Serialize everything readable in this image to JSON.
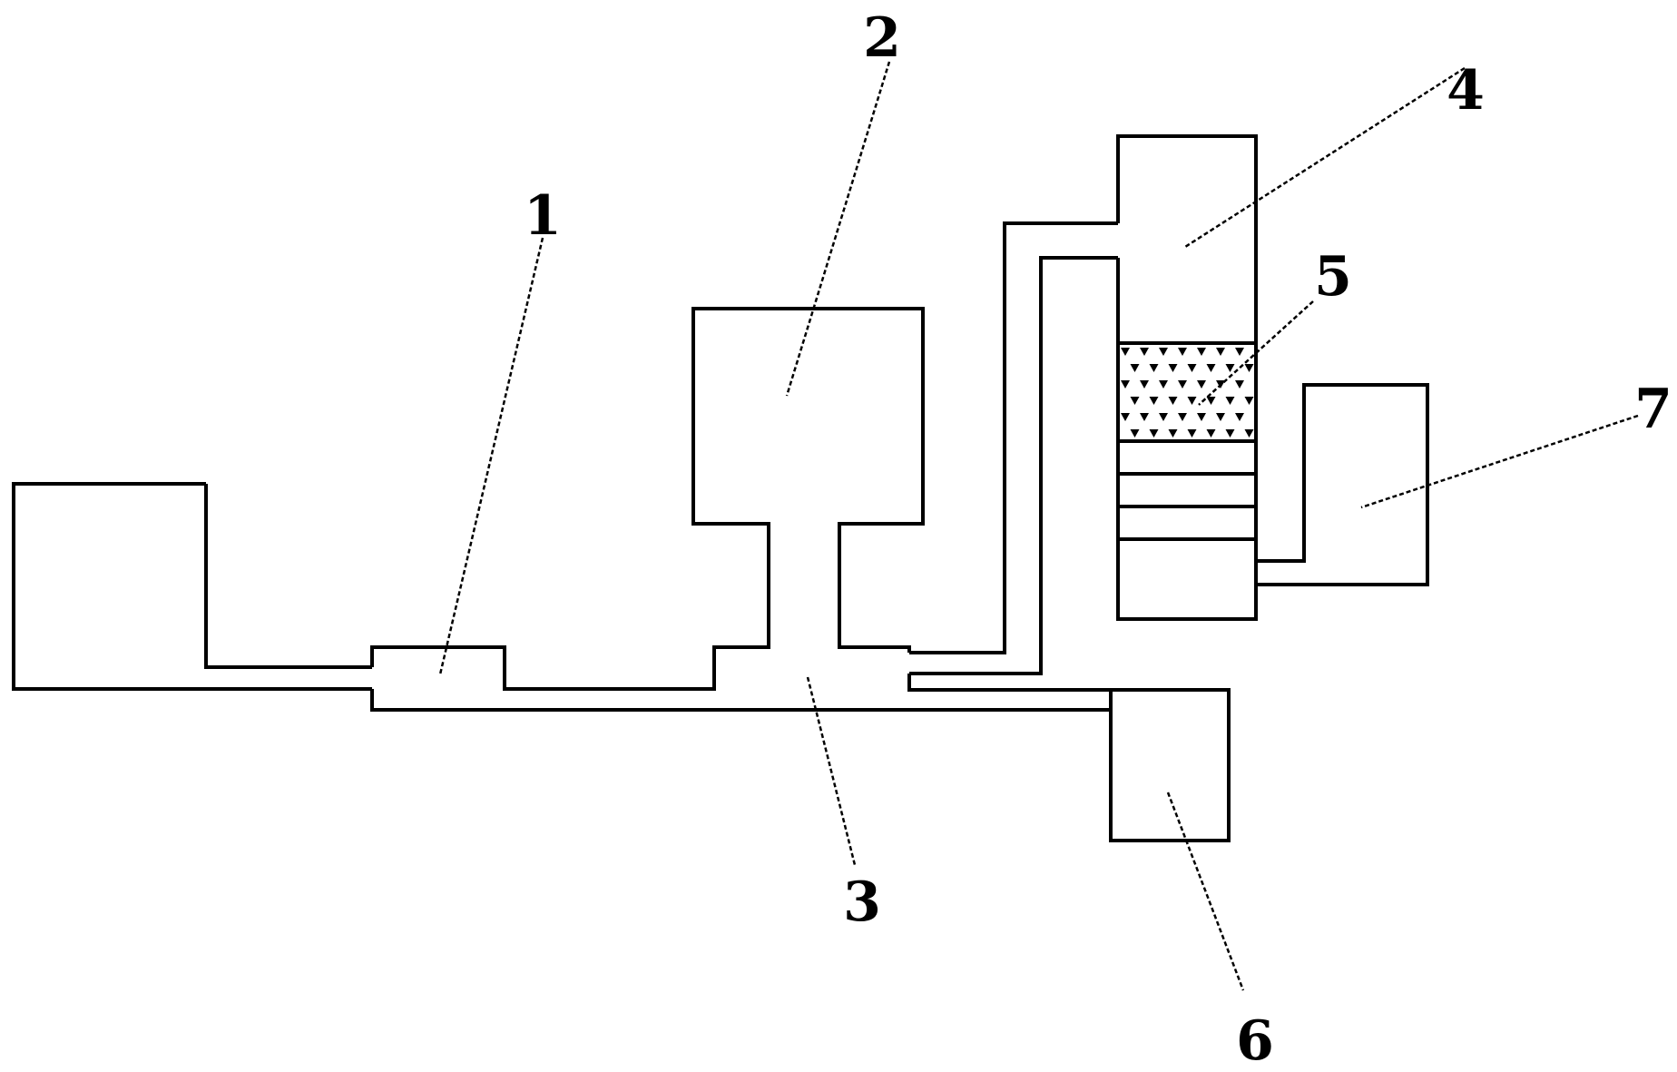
{
  "diagram": {
    "labels": {
      "l1": "1",
      "l2": "2",
      "l3": "3",
      "l4": "4",
      "l5": "5",
      "l6": "6",
      "l7": "7"
    },
    "colors": {
      "line": "#000000",
      "background": "#ffffff"
    }
  }
}
